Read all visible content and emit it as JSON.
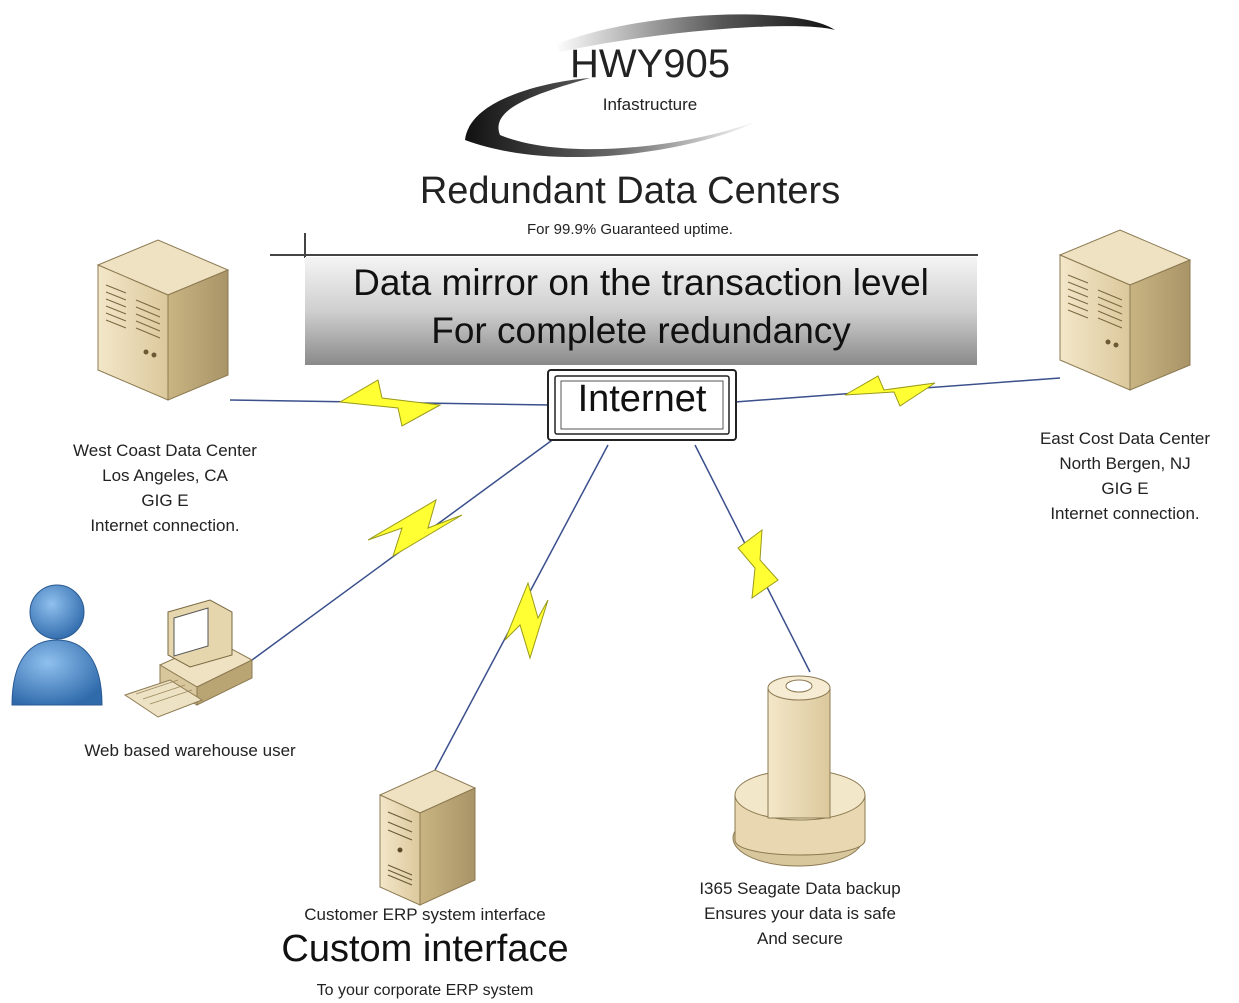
{
  "logo": {
    "title": "HWY905",
    "subtitle": "Infastructure"
  },
  "heading": {
    "title": "Redundant Data Centers",
    "subtitle": "For 99.9% Guaranteed uptime."
  },
  "banner": {
    "line1": "Data mirror on the transaction level",
    "line2": "For complete redundancy"
  },
  "hub": {
    "label": "Internet"
  },
  "nodes": {
    "west": {
      "caption": "West Coast Data Center\nLos Angeles, CA\nGIG E\nInternet connection.",
      "icon": "server-tower-icon"
    },
    "east": {
      "caption": "East Cost Data Center\nNorth Bergen, NJ\nGIG E\nInternet connection.",
      "icon": "server-tower-icon"
    },
    "web_user": {
      "caption": "Web based warehouse user",
      "icons": [
        "user-icon",
        "workstation-icon"
      ]
    },
    "erp": {
      "caption": "Customer ERP system interface",
      "headline": "Custom interface",
      "subcaption": "To your corporate ERP system",
      "icon": "server-icon"
    },
    "backup": {
      "caption": "I365 Seagate Data backup\nEnsures your data is safe\nAnd secure",
      "icon": "storage-tower-icon"
    }
  },
  "colors": {
    "link_line": "#3a4f8c",
    "bolt_fill": "#ffff33",
    "bolt_stroke": "#9a9a1a",
    "beige": "#e8d7b0",
    "person": "#4a86c8"
  }
}
